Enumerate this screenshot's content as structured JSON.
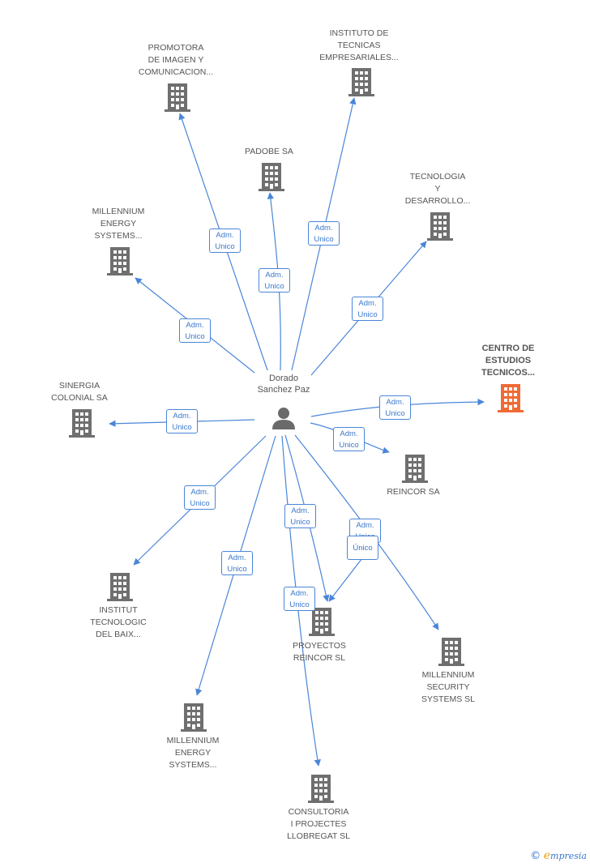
{
  "colors": {
    "edge": "#4a86d8",
    "company_icon": "#6f6f6f",
    "highlight_icon": "#f06a36",
    "person_icon": "#6a6a6a"
  },
  "center": {
    "name": "Dorado\nSanchez Paz"
  },
  "nodes": [
    {
      "id": "promotora",
      "label": "PROMOTORA\nDE IMAGEN Y\nCOMUNICACION...",
      "highlight": false
    },
    {
      "id": "instituto",
      "label": "INSTITUTO DE\nTECNICAS\nEMPRESARIALES...",
      "highlight": false
    },
    {
      "id": "padobe",
      "label": "PADOBE SA",
      "highlight": false
    },
    {
      "id": "tecnologia",
      "label": "TECNOLOGIA\nY\nDESARROLLO...",
      "highlight": false
    },
    {
      "id": "millennium_energy_1",
      "label": "MILLENNIUM\nENERGY\nSYSTEMS...",
      "highlight": false
    },
    {
      "id": "centro",
      "label": "CENTRO DE\nESTUDIOS\nTECNICOS...",
      "highlight": true
    },
    {
      "id": "sinergia",
      "label": "SINERGIA\nCOLONIAL SA",
      "highlight": false
    },
    {
      "id": "reincor",
      "label": "REINCOR SA",
      "highlight": false
    },
    {
      "id": "institut",
      "label": "INSTITUT\nTECNOLOGIC\nDEL BAIX...",
      "highlight": false
    },
    {
      "id": "proyectos",
      "label": "PROYECTOS\nREINCOR SL",
      "highlight": false
    },
    {
      "id": "millennium_security",
      "label": "MILLENNIUM\nSECURITY\nSYSTEMS SL",
      "highlight": false
    },
    {
      "id": "millennium_energy_2",
      "label": "MILLENNIUM\nENERGY\nSYSTEMS...",
      "highlight": false
    },
    {
      "id": "consultoria",
      "label": "CONSULTORIA\nI PROJECTES\nLLOBREGAT SL",
      "highlight": false
    }
  ],
  "edges": [
    {
      "to": "promotora",
      "line1": "Adm.",
      "line2": "Unico"
    },
    {
      "to": "instituto",
      "line1": "Adm.",
      "line2": "Unico"
    },
    {
      "to": "padobe",
      "line1": "Adm.",
      "line2": "Unico"
    },
    {
      "to": "tecnologia",
      "line1": "Adm.",
      "line2": "Unico"
    },
    {
      "to": "millennium_energy_1",
      "line1": "Adm.",
      "line2": "Unico"
    },
    {
      "to": "centro",
      "line1": "Adm.",
      "line2": "Unico"
    },
    {
      "to": "sinergia",
      "line1": "Adm.",
      "line2": "Unico"
    },
    {
      "to": "reincor",
      "line1": "Adm.",
      "line2": "Unico"
    },
    {
      "to": "institut",
      "line1": "Adm.",
      "line2": "Unico"
    },
    {
      "to": "proyectos",
      "line1": "Adm.",
      "line2": "Unico"
    },
    {
      "to": "millennium_security",
      "line1": "Adm.",
      "line2": "Unico"
    },
    {
      "to": "proyectos",
      "line1": "",
      "line2": "Único"
    },
    {
      "to": "millennium_energy_2",
      "line1": "Adm.",
      "line2": "Unico"
    },
    {
      "to": "consultoria",
      "line1": "Adm.",
      "line2": "Unico"
    }
  ],
  "footer": {
    "copyright_symbol": "©",
    "brand_initial": "e",
    "brand_rest": "mpresia"
  }
}
